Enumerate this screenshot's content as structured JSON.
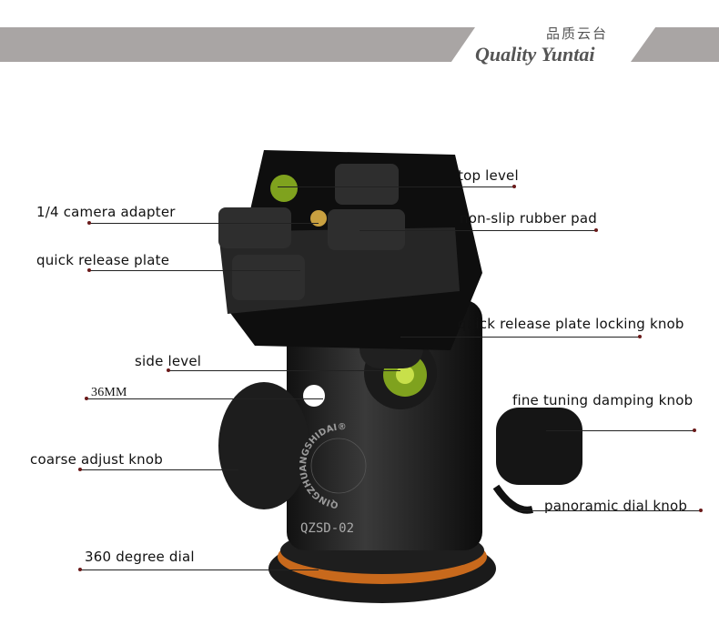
{
  "header": {
    "title_cn": "品质云台",
    "title_en": "Quality Yuntai",
    "banner_color": "#a9a5a4"
  },
  "product": {
    "brand_mark": "QINGZHUANGSHIDAI®",
    "model": "QZSD-02"
  },
  "labels": {
    "top_level": "top level",
    "camera_adapter": "1/4 camera adapter",
    "rubber_pad": "non-slip rubber pad",
    "release_plate": "quick release plate",
    "locking_knob": "quick release plate locking knob",
    "side_level": "side level",
    "size": "36MM",
    "damping_knob": "fine tuning damping knob",
    "coarse_knob": "coarse adjust knob",
    "panoramic_knob": "panoramic dial knob",
    "dial": "360 degree dial"
  }
}
